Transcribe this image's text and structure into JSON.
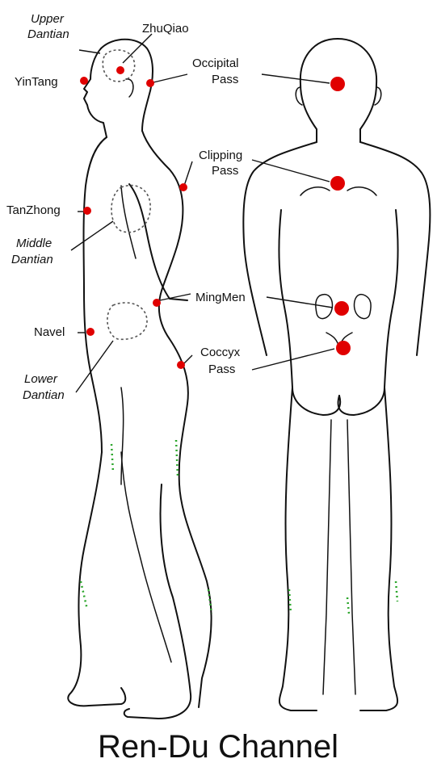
{
  "labels": {
    "upper_dantian_1": "Upper",
    "upper_dantian_2": "Dantian",
    "zhuqiao": "ZhuQiao",
    "yintang": "YinTang",
    "occipital_1": "Occipital",
    "occipital_2": "Pass",
    "clipping_1": "Clipping",
    "clipping_2": "Pass",
    "tanzhong": "TanZhong",
    "middle_dantian_1": "Middle",
    "middle_dantian_2": "Dantian",
    "mingmen": "MingMen",
    "navel": "Navel",
    "lower_dantian_1": "Lower",
    "lower_dantian_2": "Dantian",
    "coccyx_1": "Coccyx",
    "coccyx_2": "Pass"
  },
  "title": "Ren-Du Channel",
  "colors": {
    "acupoint": "#e00000",
    "outline": "#111111",
    "green_marks": "#2aa52a"
  }
}
